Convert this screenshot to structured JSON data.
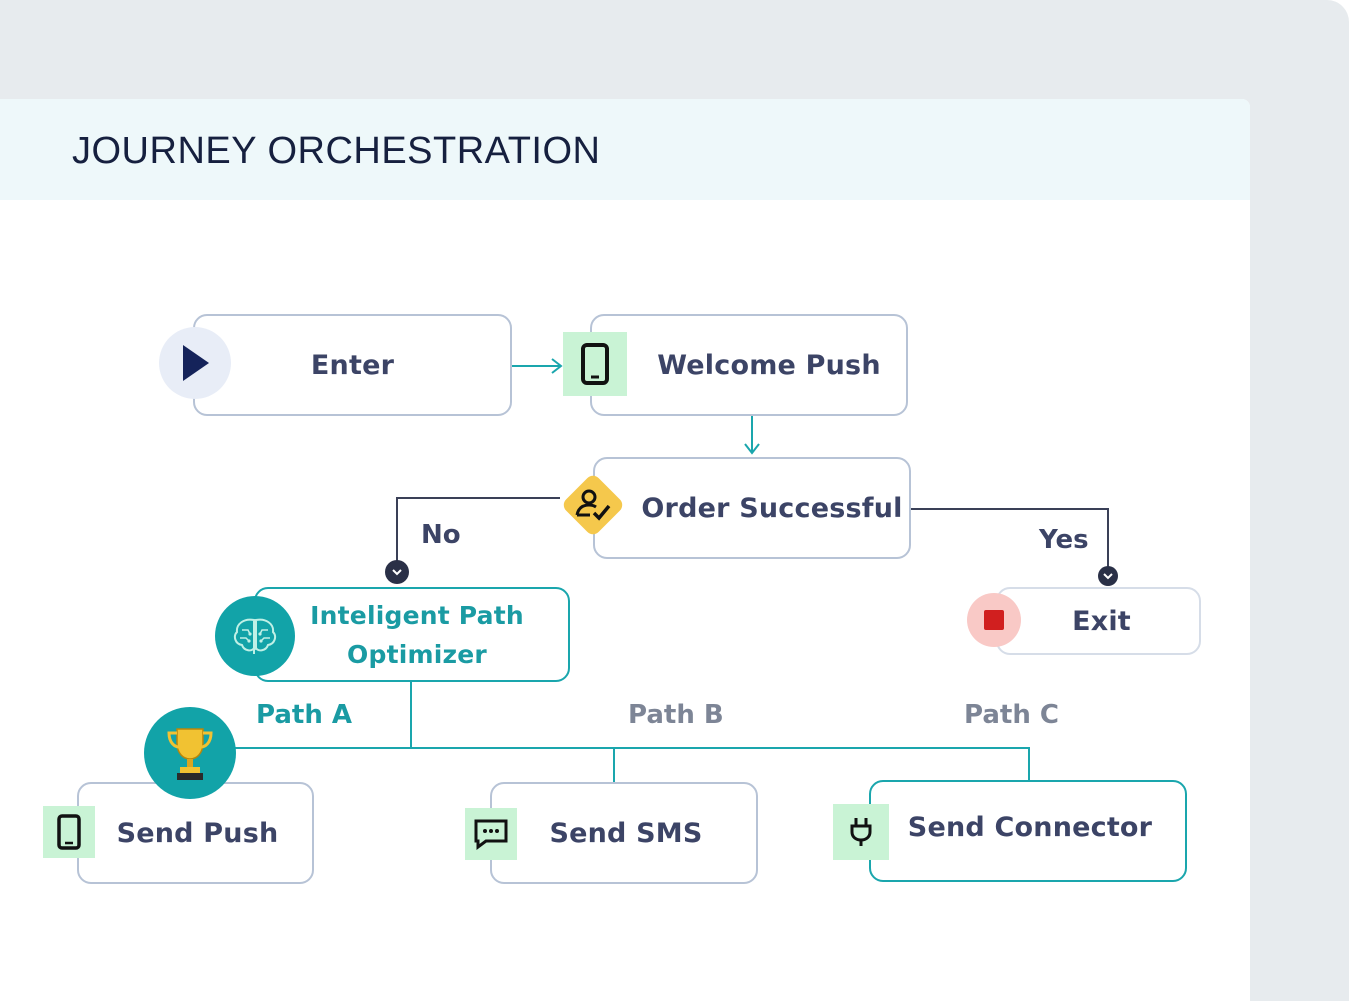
{
  "header": {
    "title": "JOURNEY ORCHESTRATION"
  },
  "nodes": {
    "enter": {
      "label": "Enter",
      "icon": "play-icon"
    },
    "welcome_push": {
      "label": "Welcome Push",
      "icon": "mobile-phone-icon"
    },
    "order_successful": {
      "label": "Order Successful",
      "icon": "user-check-icon"
    },
    "exit": {
      "label": "Exit",
      "icon": "stop-icon"
    },
    "optimizer": {
      "label_line1": "Inteligent Path",
      "label_line2": "Optimizer",
      "icon": "brain-circuit-icon"
    },
    "send_push": {
      "label": "Send Push",
      "icon": "mobile-phone-icon",
      "winner_icon": "trophy-icon"
    },
    "send_sms": {
      "label": "Send SMS",
      "icon": "chat-bubble-icon"
    },
    "send_connector": {
      "label": "Send Connector",
      "icon": "plug-icon"
    }
  },
  "edges": {
    "no": "No",
    "yes": "Yes",
    "path_a": "Path A",
    "path_b": "Path B",
    "path_c": "Path C"
  },
  "colors": {
    "accent_teal": "#1aa6ad",
    "node_border": "#b7c3d6",
    "label_text": "#3c4466",
    "path_label_gray": "#7d8596",
    "badge_green": "#c9f3d5",
    "decision_yellow": "#f5c84c",
    "stop_red": "#d11f1f"
  }
}
